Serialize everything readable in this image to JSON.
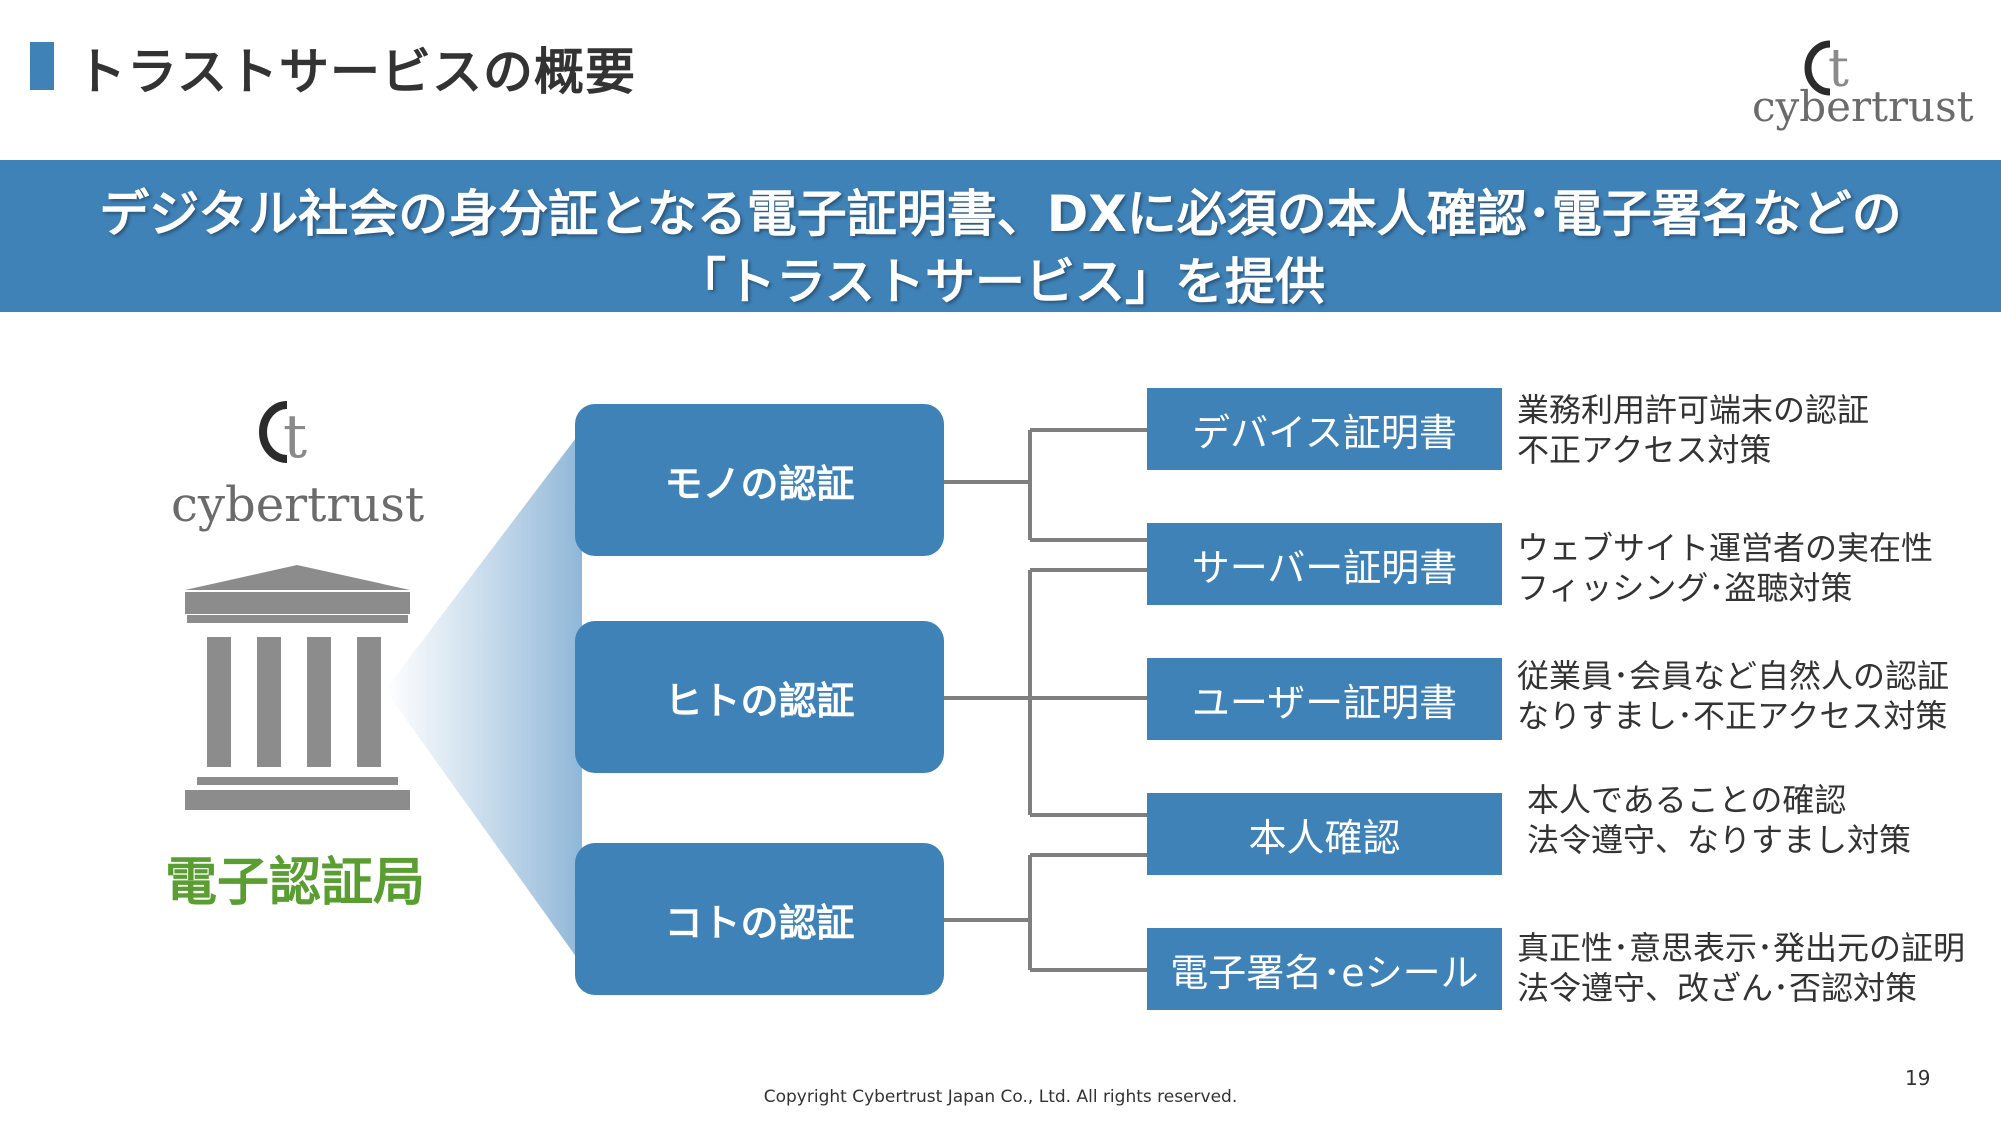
{
  "header": {
    "title": "トラストサービスの概要",
    "logo_text": "cybertrust",
    "logo_mark": "ct"
  },
  "banner": {
    "line1": "デジタル社会の身分証となる電子証明書、DXに必須の本人確認･電子署名などの",
    "line2": "「トラストサービス」を提供"
  },
  "left": {
    "logo_text": "cybertrust",
    "logo_mark": "ct",
    "building_icon": "bank-building-icon",
    "label": "電子認証局"
  },
  "categories": [
    {
      "label": "モノの認証"
    },
    {
      "label": "ヒトの認証"
    },
    {
      "label": "コトの認証"
    }
  ],
  "certificates": [
    {
      "label": "デバイス証明書",
      "desc": [
        "業務利用許可端末の認証",
        "不正アクセス対策"
      ]
    },
    {
      "label": "サーバー証明書",
      "desc": [
        "ウェブサイト運営者の実在性",
        "フィッシング･盗聴対策"
      ]
    },
    {
      "label": "ユーザー証明書",
      "desc": [
        "従業員･会員など自然人の認証",
        "なりすまし･不正アクセス対策"
      ]
    },
    {
      "label": "本人確認",
      "desc": [
        "本人であることの確認",
        "法令遵守、なりすまし対策"
      ]
    },
    {
      "label": "電子署名･eシール",
      "desc": [
        "真正性･意思表示･発出元の証明",
        "法令遵守、改ざん･否認対策"
      ]
    }
  ],
  "footer": {
    "copyright": "Copyright Cybertrust Japan Co., Ltd. All rights reserved.",
    "page": "19"
  },
  "colors": {
    "primary_blue": "#3f82b8",
    "label_green": "#5a9e32",
    "logo_gray": "#6b6b6b",
    "connector_gray": "#7f7f7f"
  }
}
